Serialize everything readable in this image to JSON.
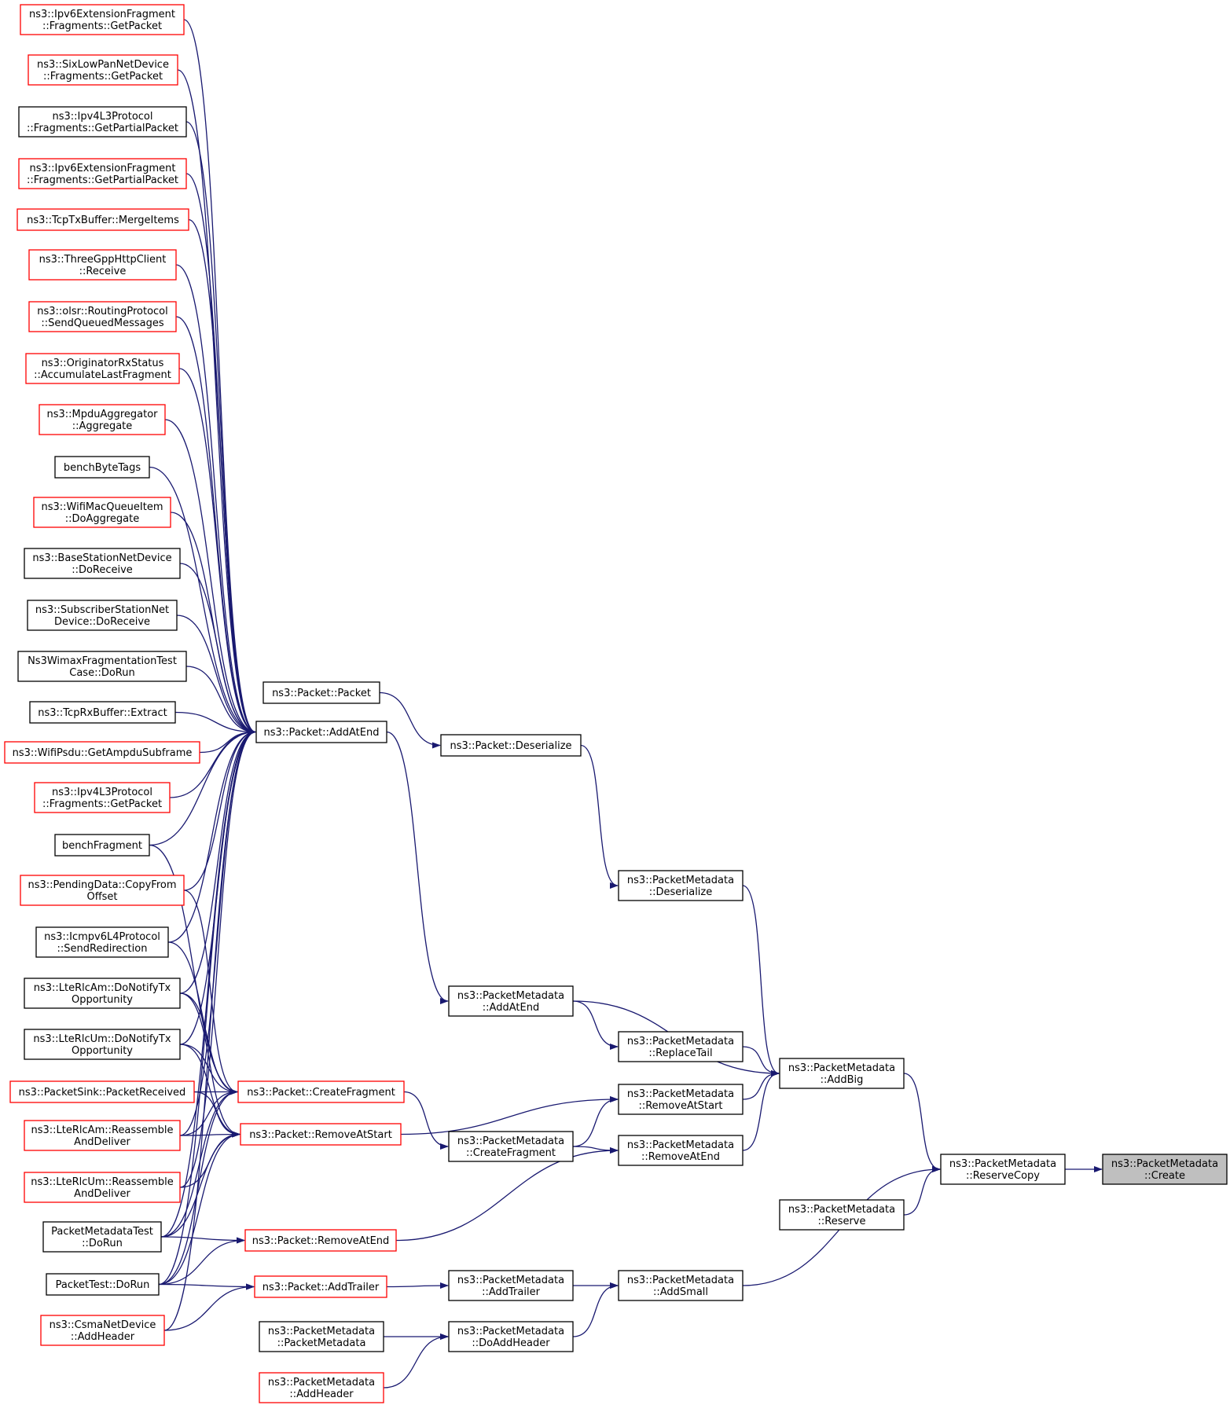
{
  "colors": {
    "edge": "#191970",
    "border_normal": "#000000",
    "border_truncated": "#ff0000",
    "root_fill": "#bfbfbf",
    "background": "#ffffff"
  },
  "nodes": [
    {
      "id": "ipv6frag_getpacket",
      "lines": [
        "ns3::Ipv6ExtensionFragment",
        "::Fragments::GetPacket"
      ],
      "truncated": true
    },
    {
      "id": "sixlowpan_getpacket",
      "lines": [
        "ns3::SixLowPanNetDevice",
        "::Fragments::GetPacket"
      ],
      "truncated": true
    },
    {
      "id": "ipv4l3_getpartial",
      "lines": [
        "ns3::Ipv4L3Protocol",
        "::Fragments::GetPartialPacket"
      ],
      "truncated": false
    },
    {
      "id": "ipv6frag_getpartial",
      "lines": [
        "ns3::Ipv6ExtensionFragment",
        "::Fragments::GetPartialPacket"
      ],
      "truncated": true
    },
    {
      "id": "tcptx_mergeitems",
      "lines": [
        "ns3::TcpTxBuffer::MergeItems"
      ],
      "truncated": true
    },
    {
      "id": "threegpp_receive",
      "lines": [
        "ns3::ThreeGppHttpClient",
        "::Receive"
      ],
      "truncated": true
    },
    {
      "id": "olsr_sendqueued",
      "lines": [
        "ns3::olsr::RoutingProtocol",
        "::SendQueuedMessages"
      ],
      "truncated": true
    },
    {
      "id": "originator_accum",
      "lines": [
        "ns3::OriginatorRxStatus",
        "::AccumulateLastFragment"
      ],
      "truncated": true
    },
    {
      "id": "mpdu_aggregate",
      "lines": [
        "ns3::MpduAggregator",
        "::Aggregate"
      ],
      "truncated": true
    },
    {
      "id": "bench_bytetags",
      "lines": [
        "benchByteTags"
      ],
      "truncated": false
    },
    {
      "id": "wifimacq_doaggregate",
      "lines": [
        "ns3::WifiMacQueueItem",
        "::DoAggregate"
      ],
      "truncated": true
    },
    {
      "id": "basestation_doreceive",
      "lines": [
        "ns3::BaseStationNetDevice",
        "::DoReceive"
      ],
      "truncated": false
    },
    {
      "id": "subscriber_doreceive",
      "lines": [
        "ns3::SubscriberStationNet",
        "Device::DoReceive"
      ],
      "truncated": false
    },
    {
      "id": "wimaxfrag_dorun",
      "lines": [
        "Ns3WimaxFragmentationTest",
        "Case::DoRun"
      ],
      "truncated": false
    },
    {
      "id": "tcprx_extract",
      "lines": [
        "ns3::TcpRxBuffer::Extract"
      ],
      "truncated": false
    },
    {
      "id": "wifipsdu_getampdu",
      "lines": [
        "ns3::WifiPsdu::GetAmpduSubframe"
      ],
      "truncated": true
    },
    {
      "id": "ipv4l3_getpacket",
      "lines": [
        "ns3::Ipv4L3Protocol",
        "::Fragments::GetPacket"
      ],
      "truncated": true
    },
    {
      "id": "bench_fragment",
      "lines": [
        "benchFragment"
      ],
      "truncated": false
    },
    {
      "id": "pending_copyfrom",
      "lines": [
        "ns3::PendingData::CopyFrom",
        "Offset"
      ],
      "truncated": true
    },
    {
      "id": "icmpv6_sendredirect",
      "lines": [
        "ns3::Icmpv6L4Protocol",
        "::SendRedirection"
      ],
      "truncated": false
    },
    {
      "id": "lterlcam_notify",
      "lines": [
        "ns3::LteRlcAm::DoNotifyTx",
        "Opportunity"
      ],
      "truncated": false
    },
    {
      "id": "lterlcum_notify",
      "lines": [
        "ns3::LteRlcUm::DoNotifyTx",
        "Opportunity"
      ],
      "truncated": false
    },
    {
      "id": "packetsink_received",
      "lines": [
        "ns3::PacketSink::PacketReceived"
      ],
      "truncated": true
    },
    {
      "id": "lterlcam_reassemble",
      "lines": [
        "ns3::LteRlcAm::Reassemble",
        "AndDeliver"
      ],
      "truncated": true
    },
    {
      "id": "lterlcum_reassemble",
      "lines": [
        "ns3::LteRlcUm::Reassemble",
        "AndDeliver"
      ],
      "truncated": true
    },
    {
      "id": "pmtest_dorun",
      "lines": [
        "PacketMetadataTest",
        "::DoRun"
      ],
      "truncated": false
    },
    {
      "id": "packettest_dorun",
      "lines": [
        "PacketTest::DoRun"
      ],
      "truncated": false
    },
    {
      "id": "csma_addheader",
      "lines": [
        "ns3::CsmaNetDevice",
        "::AddHeader"
      ],
      "truncated": true
    },
    {
      "id": "packet_packet",
      "lines": [
        "ns3::Packet::Packet"
      ],
      "truncated": false
    },
    {
      "id": "packet_addatend",
      "lines": [
        "ns3::Packet::AddAtEnd"
      ],
      "truncated": false
    },
    {
      "id": "packet_deserialize",
      "lines": [
        "ns3::Packet::Deserialize"
      ],
      "truncated": false
    },
    {
      "id": "pm_deserialize",
      "lines": [
        "ns3::PacketMetadata",
        "::Deserialize"
      ],
      "truncated": false
    },
    {
      "id": "pm_addatend",
      "lines": [
        "ns3::PacketMetadata",
        "::AddAtEnd"
      ],
      "truncated": false
    },
    {
      "id": "pm_replacetail",
      "lines": [
        "ns3::PacketMetadata",
        "::ReplaceTail"
      ],
      "truncated": false
    },
    {
      "id": "pm_addbig",
      "lines": [
        "ns3::PacketMetadata",
        "::AddBig"
      ],
      "truncated": false
    },
    {
      "id": "packet_createfragment",
      "lines": [
        "ns3::Packet::CreateFragment"
      ],
      "truncated": true
    },
    {
      "id": "pm_removeatstart",
      "lines": [
        "ns3::PacketMetadata",
        "::RemoveAtStart"
      ],
      "truncated": false
    },
    {
      "id": "packet_removeatstart",
      "lines": [
        "ns3::Packet::RemoveAtStart"
      ],
      "truncated": true
    },
    {
      "id": "pm_createfragment",
      "lines": [
        "ns3::PacketMetadata",
        "::CreateFragment"
      ],
      "truncated": false
    },
    {
      "id": "pm_removeatend",
      "lines": [
        "ns3::PacketMetadata",
        "::RemoveAtEnd"
      ],
      "truncated": false
    },
    {
      "id": "pm_reservecopy",
      "lines": [
        "ns3::PacketMetadata",
        "::ReserveCopy"
      ],
      "truncated": false
    },
    {
      "id": "pm_create",
      "lines": [
        "ns3::PacketMetadata",
        "::Create"
      ],
      "truncated": false,
      "root": true
    },
    {
      "id": "pm_reserve",
      "lines": [
        "ns3::PacketMetadata",
        "::Reserve"
      ],
      "truncated": false
    },
    {
      "id": "packet_removeatend",
      "lines": [
        "ns3::Packet::RemoveAtEnd"
      ],
      "truncated": true
    },
    {
      "id": "pm_addtrailer",
      "lines": [
        "ns3::PacketMetadata",
        "::AddTrailer"
      ],
      "truncated": false
    },
    {
      "id": "pm_addsmall",
      "lines": [
        "ns3::PacketMetadata",
        "::AddSmall"
      ],
      "truncated": false
    },
    {
      "id": "packet_addtrailer",
      "lines": [
        "ns3::Packet::AddTrailer"
      ],
      "truncated": true
    },
    {
      "id": "pm_packetmetadata",
      "lines": [
        "ns3::PacketMetadata",
        "::PacketMetadata"
      ],
      "truncated": false
    },
    {
      "id": "pm_doaddheader",
      "lines": [
        "ns3::PacketMetadata",
        "::DoAddHeader"
      ],
      "truncated": false
    },
    {
      "id": "pm_addheader",
      "lines": [
        "ns3::PacketMetadata",
        "::AddHeader"
      ],
      "truncated": true
    }
  ],
  "edges": [
    [
      "ipv6frag_getpacket",
      "packet_addatend"
    ],
    [
      "sixlowpan_getpacket",
      "packet_addatend"
    ],
    [
      "ipv4l3_getpartial",
      "packet_addatend"
    ],
    [
      "ipv6frag_getpartial",
      "packet_addatend"
    ],
    [
      "tcptx_mergeitems",
      "packet_addatend"
    ],
    [
      "threegpp_receive",
      "packet_addatend"
    ],
    [
      "olsr_sendqueued",
      "packet_addatend"
    ],
    [
      "originator_accum",
      "packet_addatend"
    ],
    [
      "mpdu_aggregate",
      "packet_addatend"
    ],
    [
      "bench_bytetags",
      "packet_addatend"
    ],
    [
      "wifimacq_doaggregate",
      "packet_addatend"
    ],
    [
      "basestation_doreceive",
      "packet_addatend"
    ],
    [
      "subscriber_doreceive",
      "packet_addatend"
    ],
    [
      "wimaxfrag_dorun",
      "packet_addatend"
    ],
    [
      "tcprx_extract",
      "packet_addatend"
    ],
    [
      "wifipsdu_getampdu",
      "packet_addatend"
    ],
    [
      "ipv4l3_getpacket",
      "packet_addatend"
    ],
    [
      "bench_fragment",
      "packet_addatend"
    ],
    [
      "pending_copyfrom",
      "packet_addatend"
    ],
    [
      "icmpv6_sendredirect",
      "packet_addatend"
    ],
    [
      "lterlcam_notify",
      "packet_addatend"
    ],
    [
      "lterlcum_notify",
      "packet_addatend"
    ],
    [
      "lterlcam_reassemble",
      "packet_addatend"
    ],
    [
      "lterlcum_reassemble",
      "packet_addatend"
    ],
    [
      "pmtest_dorun",
      "packet_addatend"
    ],
    [
      "packettest_dorun",
      "packet_addatend"
    ],
    [
      "csma_addheader",
      "packet_addatend"
    ],
    [
      "bench_fragment",
      "packet_createfragment"
    ],
    [
      "pending_copyfrom",
      "packet_createfragment"
    ],
    [
      "icmpv6_sendredirect",
      "packet_createfragment"
    ],
    [
      "lterlcam_notify",
      "packet_createfragment"
    ],
    [
      "lterlcum_notify",
      "packet_createfragment"
    ],
    [
      "packetsink_received",
      "packet_createfragment"
    ],
    [
      "lterlcam_reassemble",
      "packet_createfragment"
    ],
    [
      "pmtest_dorun",
      "packet_createfragment"
    ],
    [
      "packettest_dorun",
      "packet_createfragment"
    ],
    [
      "lterlcam_notify",
      "packet_removeatstart"
    ],
    [
      "lterlcum_notify",
      "packet_removeatstart"
    ],
    [
      "packetsink_received",
      "packet_removeatstart"
    ],
    [
      "lterlcam_reassemble",
      "packet_removeatstart"
    ],
    [
      "lterlcum_reassemble",
      "packet_removeatstart"
    ],
    [
      "pmtest_dorun",
      "packet_removeatstart"
    ],
    [
      "packettest_dorun",
      "packet_removeatstart"
    ],
    [
      "pmtest_dorun",
      "packet_removeatend"
    ],
    [
      "packettest_dorun",
      "packet_removeatend"
    ],
    [
      "packettest_dorun",
      "packet_addtrailer"
    ],
    [
      "csma_addheader",
      "packet_addtrailer"
    ],
    [
      "packet_packet",
      "packet_deserialize"
    ],
    [
      "packet_deserialize",
      "pm_deserialize"
    ],
    [
      "pm_deserialize",
      "pm_addbig"
    ],
    [
      "packet_addatend",
      "pm_addatend"
    ],
    [
      "pm_addatend",
      "pm_replacetail"
    ],
    [
      "pm_addatend",
      "pm_addbig"
    ],
    [
      "pm_replacetail",
      "pm_addbig"
    ],
    [
      "pm_removeatstart",
      "pm_addbig"
    ],
    [
      "pm_removeatend",
      "pm_addbig"
    ],
    [
      "packet_createfragment",
      "pm_createfragment"
    ],
    [
      "pm_createfragment",
      "pm_removeatstart"
    ],
    [
      "pm_createfragment",
      "pm_removeatend"
    ],
    [
      "packet_removeatstart",
      "pm_removeatstart"
    ],
    [
      "packet_removeatend",
      "pm_removeatend"
    ],
    [
      "packet_addtrailer",
      "pm_addtrailer"
    ],
    [
      "pm_addtrailer",
      "pm_addsmall"
    ],
    [
      "pm_packetmetadata",
      "pm_doaddheader"
    ],
    [
      "pm_addheader",
      "pm_doaddheader"
    ],
    [
      "pm_doaddheader",
      "pm_addsmall"
    ],
    [
      "pm_addsmall",
      "pm_reservecopy"
    ],
    [
      "pm_addbig",
      "pm_reservecopy"
    ],
    [
      "pm_reserve",
      "pm_reservecopy"
    ],
    [
      "pm_reservecopy",
      "pm_create"
    ]
  ]
}
